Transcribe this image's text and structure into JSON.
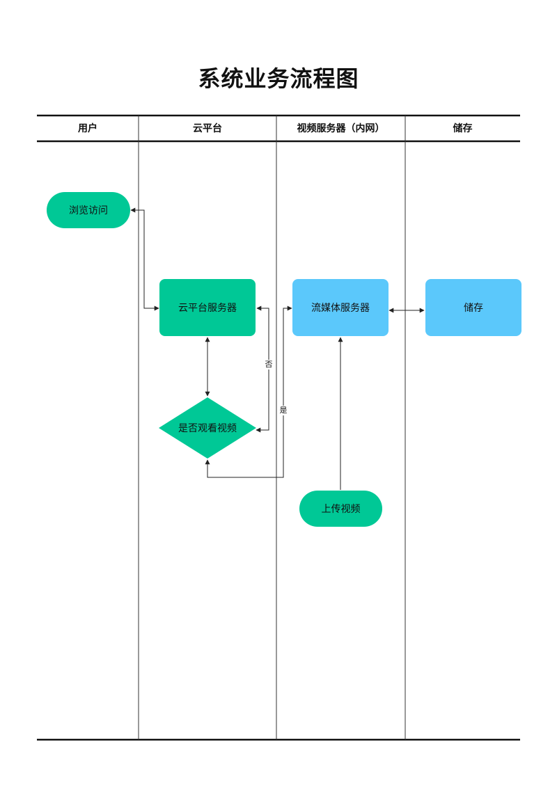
{
  "title": "系统业务流程图",
  "lanes": [
    {
      "label": "用户"
    },
    {
      "label": "云平台"
    },
    {
      "label": "视频服务器（内网）"
    },
    {
      "label": "储存"
    }
  ],
  "nodes": {
    "browse": {
      "label": "浏览访问",
      "shape": "terminal"
    },
    "cloud_server": {
      "label": "云平台服务器",
      "shape": "process"
    },
    "decision": {
      "label": "是否观看视频",
      "shape": "decision"
    },
    "media_server": {
      "label": "流媒体服务器",
      "shape": "process"
    },
    "storage": {
      "label": "储存",
      "shape": "process"
    },
    "upload": {
      "label": "上传视频",
      "shape": "terminal"
    }
  },
  "edges": {
    "no_label": "否",
    "yes_label": "是"
  },
  "colors": {
    "green": "#00C896",
    "blue": "#5BC8FB",
    "line": "#222222"
  }
}
